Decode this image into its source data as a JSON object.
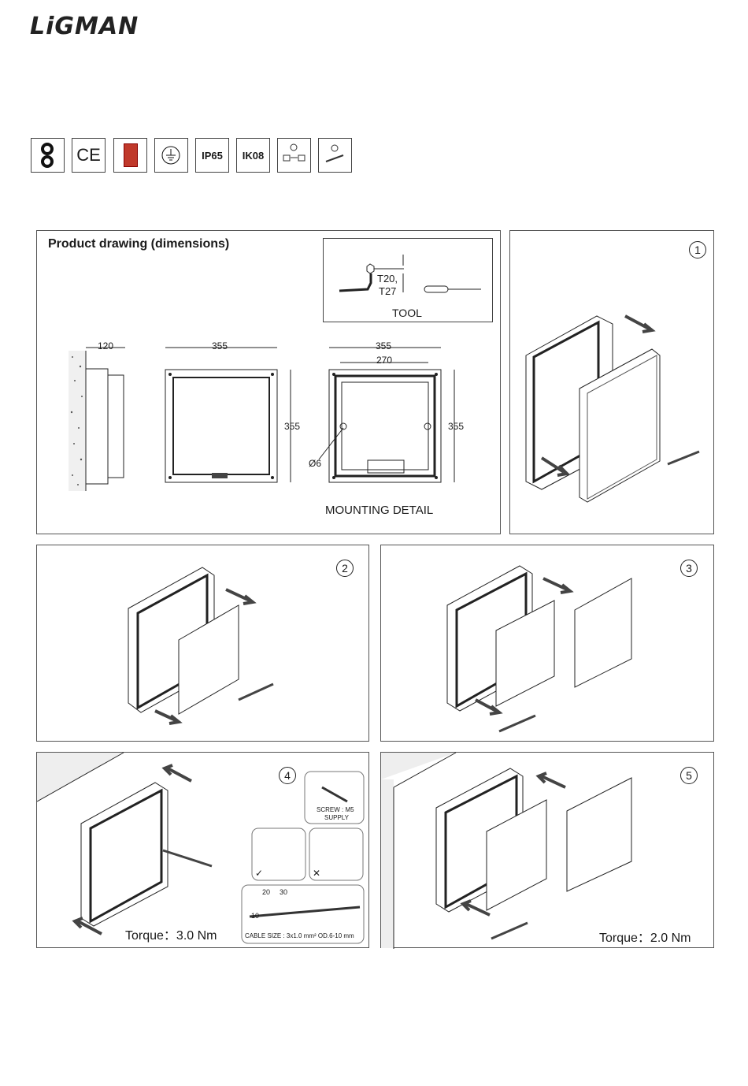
{
  "brand": {
    "logo": "LiGMAN"
  },
  "certifications": [
    {
      "icon": "class-ii-icon",
      "text": ""
    },
    {
      "icon": "ce-mark-icon",
      "text": "CE"
    },
    {
      "icon": "qualified-badge-icon",
      "text": ""
    },
    {
      "icon": "earth-ground-icon",
      "text": ""
    },
    {
      "icon": "ip-rating-icon",
      "text": "IP65"
    },
    {
      "icon": "ik-rating-icon",
      "text": "IK08"
    },
    {
      "icon": "voltage-option-icon",
      "text": ""
    },
    {
      "icon": "wiring-option-icon",
      "text": ""
    }
  ],
  "product_drawing": {
    "title": "Product drawing (dimensions)",
    "tool": {
      "label": "TOOL",
      "bits": [
        "T20,",
        "T27"
      ]
    },
    "dims": {
      "depth": "120",
      "width": "355",
      "width2": "355",
      "inner": "270",
      "height": "355",
      "height2": "355",
      "hole": "Ø6"
    },
    "mounting_label": "MOUNTING DETAIL"
  },
  "steps": [
    {
      "number": "1"
    },
    {
      "number": "2"
    },
    {
      "number": "3"
    },
    {
      "number": "4",
      "torque": "Torque：3.0 Nm",
      "screw_label": "SCREW : M5",
      "screw_sub": "SUPPLY",
      "cable": {
        "d1": "20",
        "d2": "30",
        "d3": "10",
        "spec": "CABLE SIZE : 3x1.0 mm² OD.6-10 mm"
      },
      "check": "✓",
      "cross": "✕"
    },
    {
      "number": "5",
      "torque": "Torque：2.0 Nm"
    }
  ]
}
